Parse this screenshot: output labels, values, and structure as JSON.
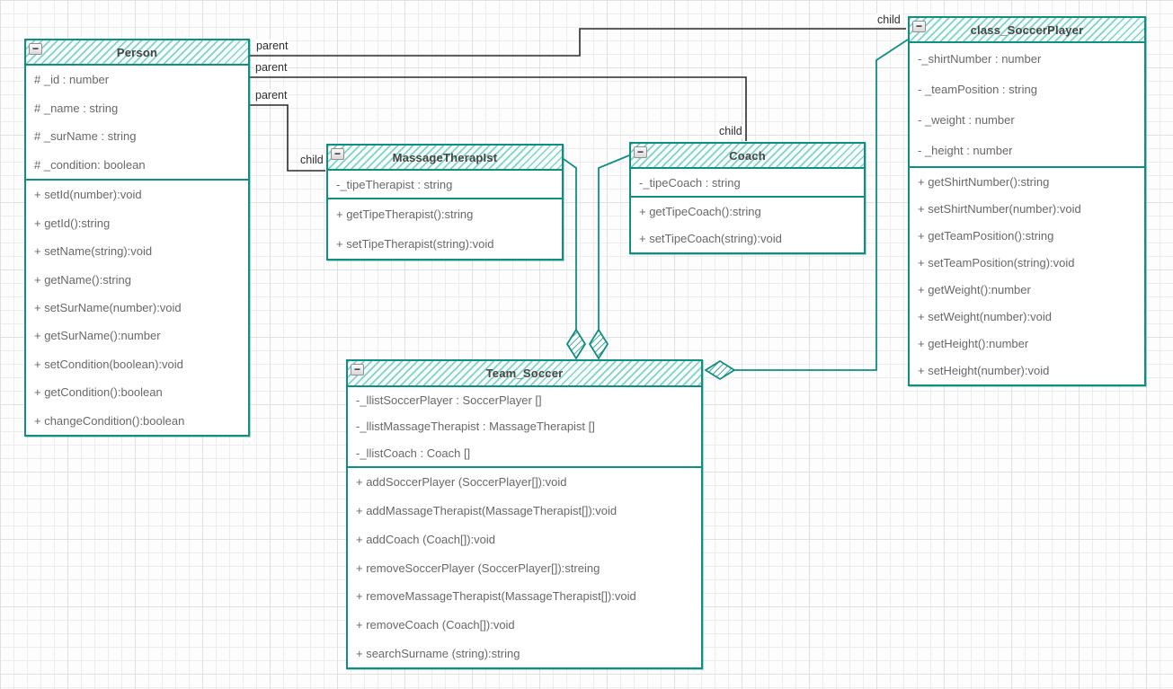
{
  "palette": {
    "accent_teal": "#0e8f80",
    "hatch_teal": "#23aa98",
    "connector_black": "#2b2b2b",
    "row_text": "#686868",
    "title_text": "#454545"
  },
  "icons": {
    "collapse_minus": "−"
  },
  "edges": {
    "parent_label": "parent",
    "child_label": "child"
  },
  "classes": [
    {
      "title": "Person",
      "attributes": [
        "# _id : number",
        "# _name : string",
        "# _surName : string",
        "# _condition: boolean"
      ],
      "methods": [
        "+ setId(number):void",
        "+ getId():string",
        "+ setName(string):void",
        "+ getName():string",
        "+ setSurName(number):void",
        "+ getSurName():number",
        "+ setCondition(boolean):void",
        "+ getCondition():boolean",
        "+ changeCondition():boolean"
      ]
    },
    {
      "title": "MassageTherapIst",
      "attributes": [
        "-_tipeTherapist : string"
      ],
      "methods": [
        "+ getTipeTherapist():string",
        "+ setTipeTherapist(string):void"
      ]
    },
    {
      "title": "Coach",
      "attributes": [
        "-_tipeCoach : string"
      ],
      "methods": [
        "+ getTipeCoach():string",
        "+ setTipeCoach(string):void"
      ]
    },
    {
      "title": "class_SoccerPlayer",
      "attributes": [
        "-_shirtNumber : number",
        "- _teamPosition : string",
        "- _weight : number",
        "- _height : number"
      ],
      "methods": [
        "+ getShirtNumber():string",
        "+ setShirtNumber(number):void",
        "+ getTeamPosition():string",
        "+ setTeamPosition(string):void",
        "+ getWeight():number",
        "+ setWeight(number):void",
        "+ getHeight():number",
        "+ setHeight(number):void"
      ]
    },
    {
      "title": "Team_Soccer",
      "attributes": [
        "-_llistSoccerPlayer : SoccerPlayer []",
        "-_llistMassageTherapist : MassageTherapist []",
        "-_llistCoach : Coach []"
      ],
      "methods": [
        "+ addSoccerPlayer (SoccerPlayer[]):void",
        "+ addMassageTherapist(MassageTherapist[]):void",
        "+ addCoach (Coach[]):void",
        "+ removeSoccerPlayer (SoccerPlayer[]):streing",
        "+ removeMassageTherapist(MassageTherapist[]):void",
        "+ removeCoach (Coach[]):void",
        "+ searchSurname (string):string"
      ]
    }
  ]
}
